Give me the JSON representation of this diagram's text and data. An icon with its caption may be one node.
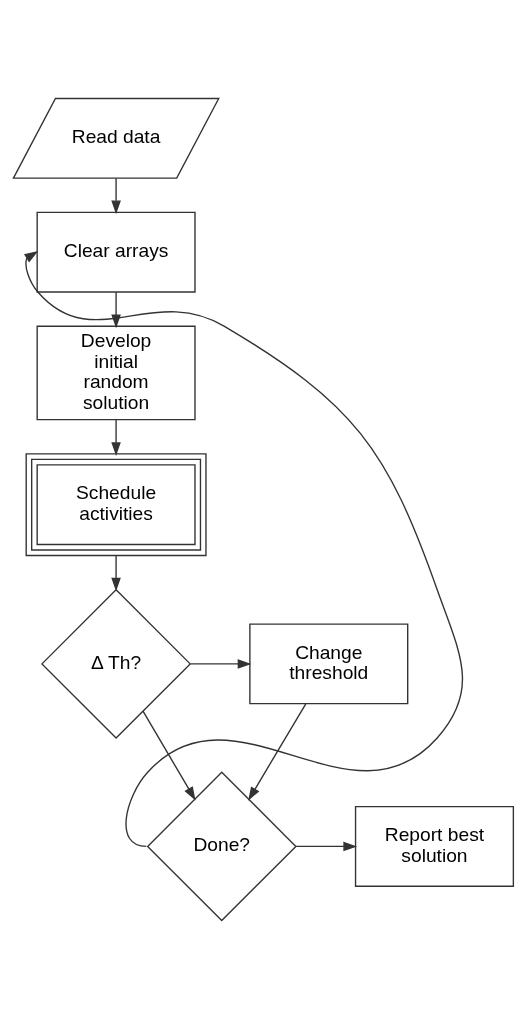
{
  "diagram": {
    "nodes": [
      {
        "text": [
          "Read data"
        ]
      },
      {
        "text": [
          "Clear arrays"
        ]
      },
      {
        "text": [
          "Develop initial random solution"
        ]
      },
      {
        "text": [
          "Schedule activities"
        ]
      },
      {
        "text": [
          "Δ Th?"
        ]
      },
      {
        "text": [
          "Change threshold"
        ]
      },
      {
        "text": [
          "Done?"
        ]
      },
      {
        "text": [
          "Report best solution"
        ]
      }
    ],
    "edges": [
      {
        "from": 0,
        "to": 1,
        "arrow": "to"
      },
      {
        "from": 1,
        "to": 2,
        "arrow": "to"
      },
      {
        "from": 2,
        "to": 3,
        "arrow": "to"
      },
      {
        "from": 3,
        "to": 4,
        "arrow": "to"
      },
      {
        "from": 4,
        "to": 5,
        "arrow": "to"
      },
      {
        "from": 4,
        "to": 6,
        "arrow": "to"
      },
      {
        "from": 5,
        "to": 6,
        "arrow": "to"
      },
      {
        "from": 6,
        "to": 7,
        "arrow": "to"
      },
      {
        "from": 6,
        "to": 1,
        "arrow": "to"
      }
    ]
  }
}
